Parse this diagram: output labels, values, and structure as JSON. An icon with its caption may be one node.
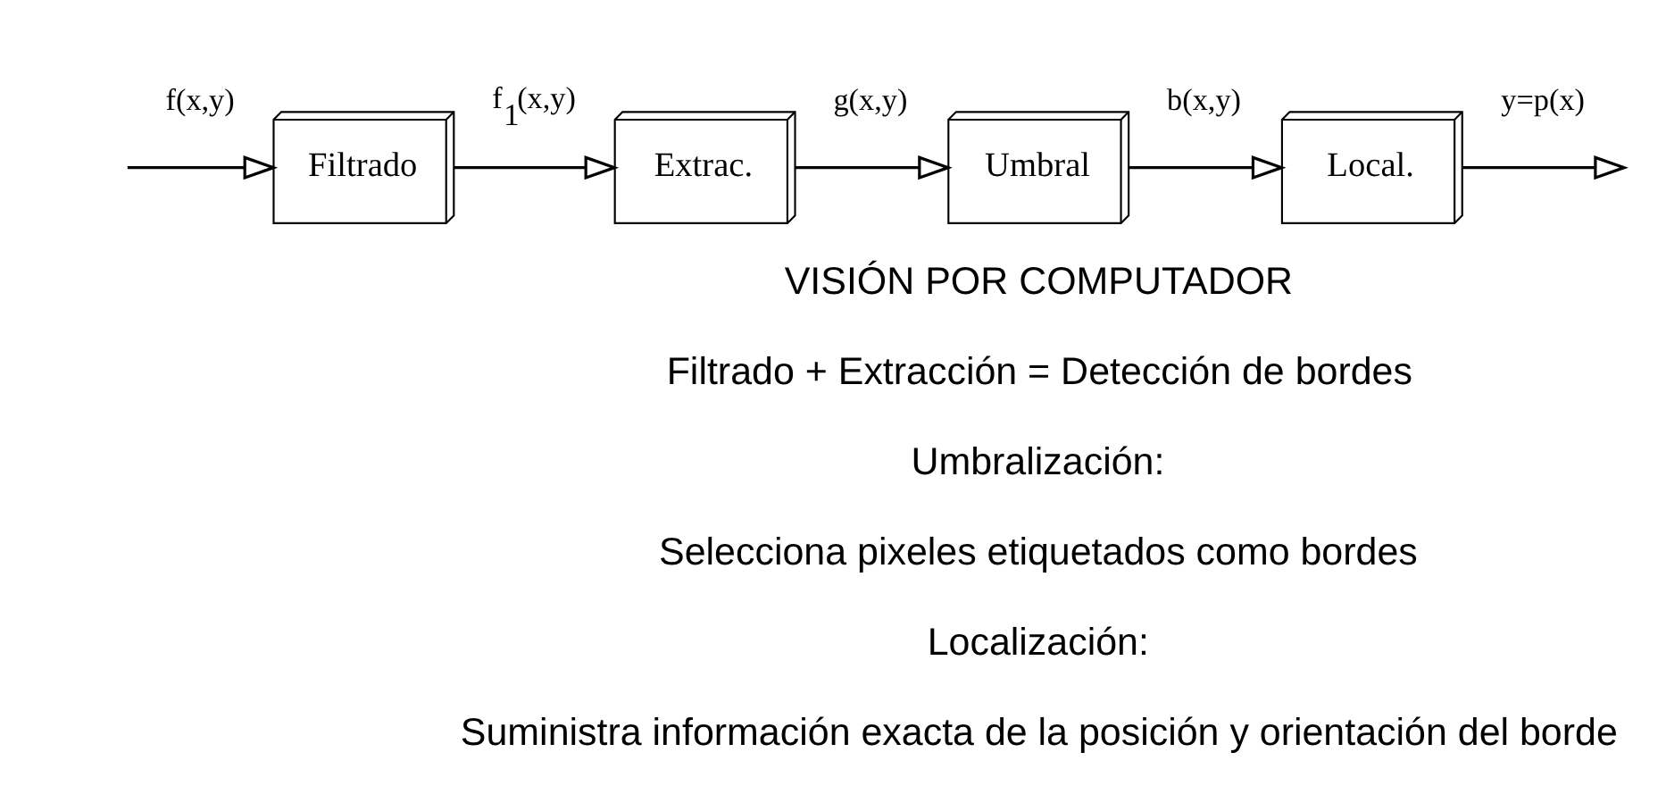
{
  "diagram": {
    "nodes": [
      {
        "text": [
          "Filtrado"
        ]
      },
      {
        "text": [
          "Extrac."
        ]
      },
      {
        "text": [
          "Umbral"
        ]
      },
      {
        "text": [
          "Local."
        ]
      }
    ],
    "edges": [
      {
        "from": null,
        "to": 0,
        "arrow": "to",
        "label": "f(x,y)"
      },
      {
        "from": 0,
        "to": 1,
        "arrow": "to",
        "label": "f$_{1}$(x,y)"
      },
      {
        "from": 1,
        "to": 2,
        "arrow": "to",
        "label": "g(x,y)"
      },
      {
        "from": 2,
        "to": 3,
        "arrow": "to",
        "label": "b(x,y)"
      },
      {
        "from": 3,
        "to": null,
        "arrow": "to",
        "label": "y=p(x)"
      }
    ],
    "labels": [
      "VISIÓN POR COMPUTADOR",
      "Filtrado + Extracción = Detección de bordes",
      "Umbralización:",
      "Selecciona pixeles etiquetados como bordes",
      "Localización:",
      "Suministra información exacta de la posición y orientación del borde"
    ]
  }
}
